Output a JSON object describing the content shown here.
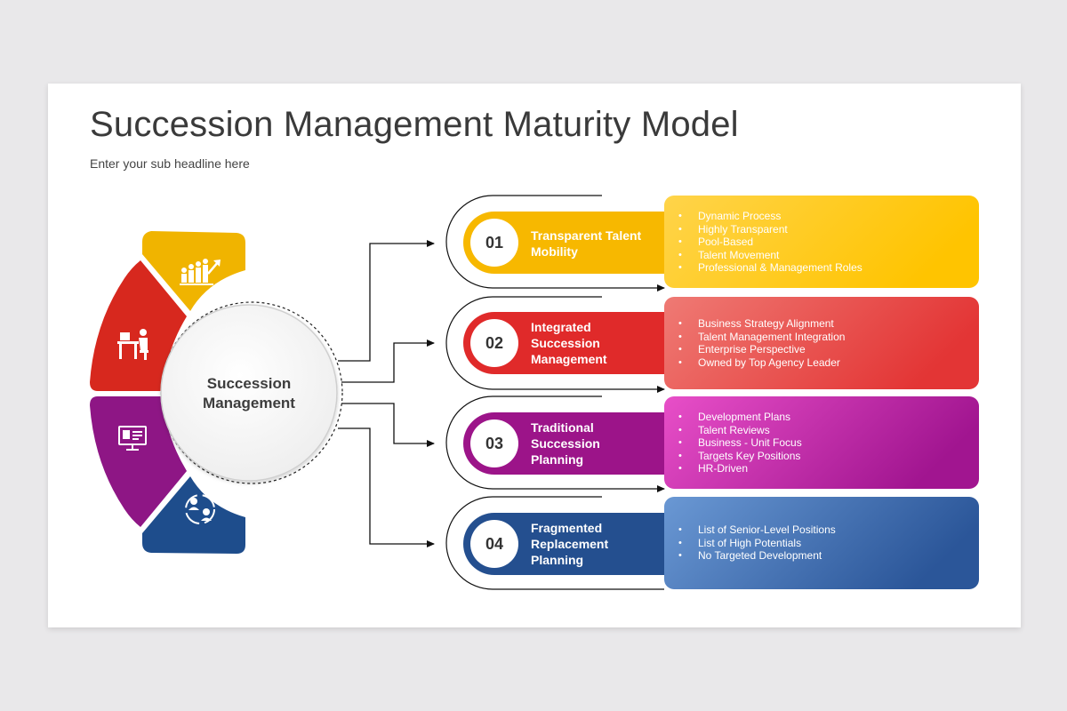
{
  "title": "Succession Management Maturity Model",
  "subtitle": "Enter your sub headline here",
  "hub": {
    "label": "Succession Management"
  },
  "segments": [
    {
      "icon": "growth-chart-people-icon",
      "color": "#f0b400"
    },
    {
      "icon": "person-at-desk-icon",
      "color": "#d7281e"
    },
    {
      "icon": "monitor-profile-icon",
      "color": "#8e1685"
    },
    {
      "icon": "people-cycle-icon",
      "color": "#1e4d8c"
    }
  ],
  "stages": [
    {
      "number": "01",
      "title": "Transparent Talent Mobility",
      "color": "#f7b800",
      "bullets": [
        "Dynamic Process",
        "Highly Transparent",
        "Pool-Based",
        "Talent Movement",
        "Professional & Management Roles"
      ]
    },
    {
      "number": "02",
      "title": "Integrated Succession Management",
      "color": "#e02a2a",
      "bullets": [
        "Business Strategy Alignment",
        "Talent Management Integration",
        "Enterprise Perspective",
        "Owned by Top Agency Leader"
      ]
    },
    {
      "number": "03",
      "title": "Traditional Succession Planning",
      "color": "#9c1489",
      "bullets": [
        "Development Plans",
        "Talent Reviews",
        "Business - Unit Focus",
        "Targets Key Positions",
        "HR-Driven"
      ]
    },
    {
      "number": "04",
      "title": "Fragmented Replacement Planning",
      "color": "#244f8f",
      "bullets": [
        "List of Senior-Level Positions",
        "List of High Potentials",
        "No Targeted Development"
      ]
    }
  ]
}
